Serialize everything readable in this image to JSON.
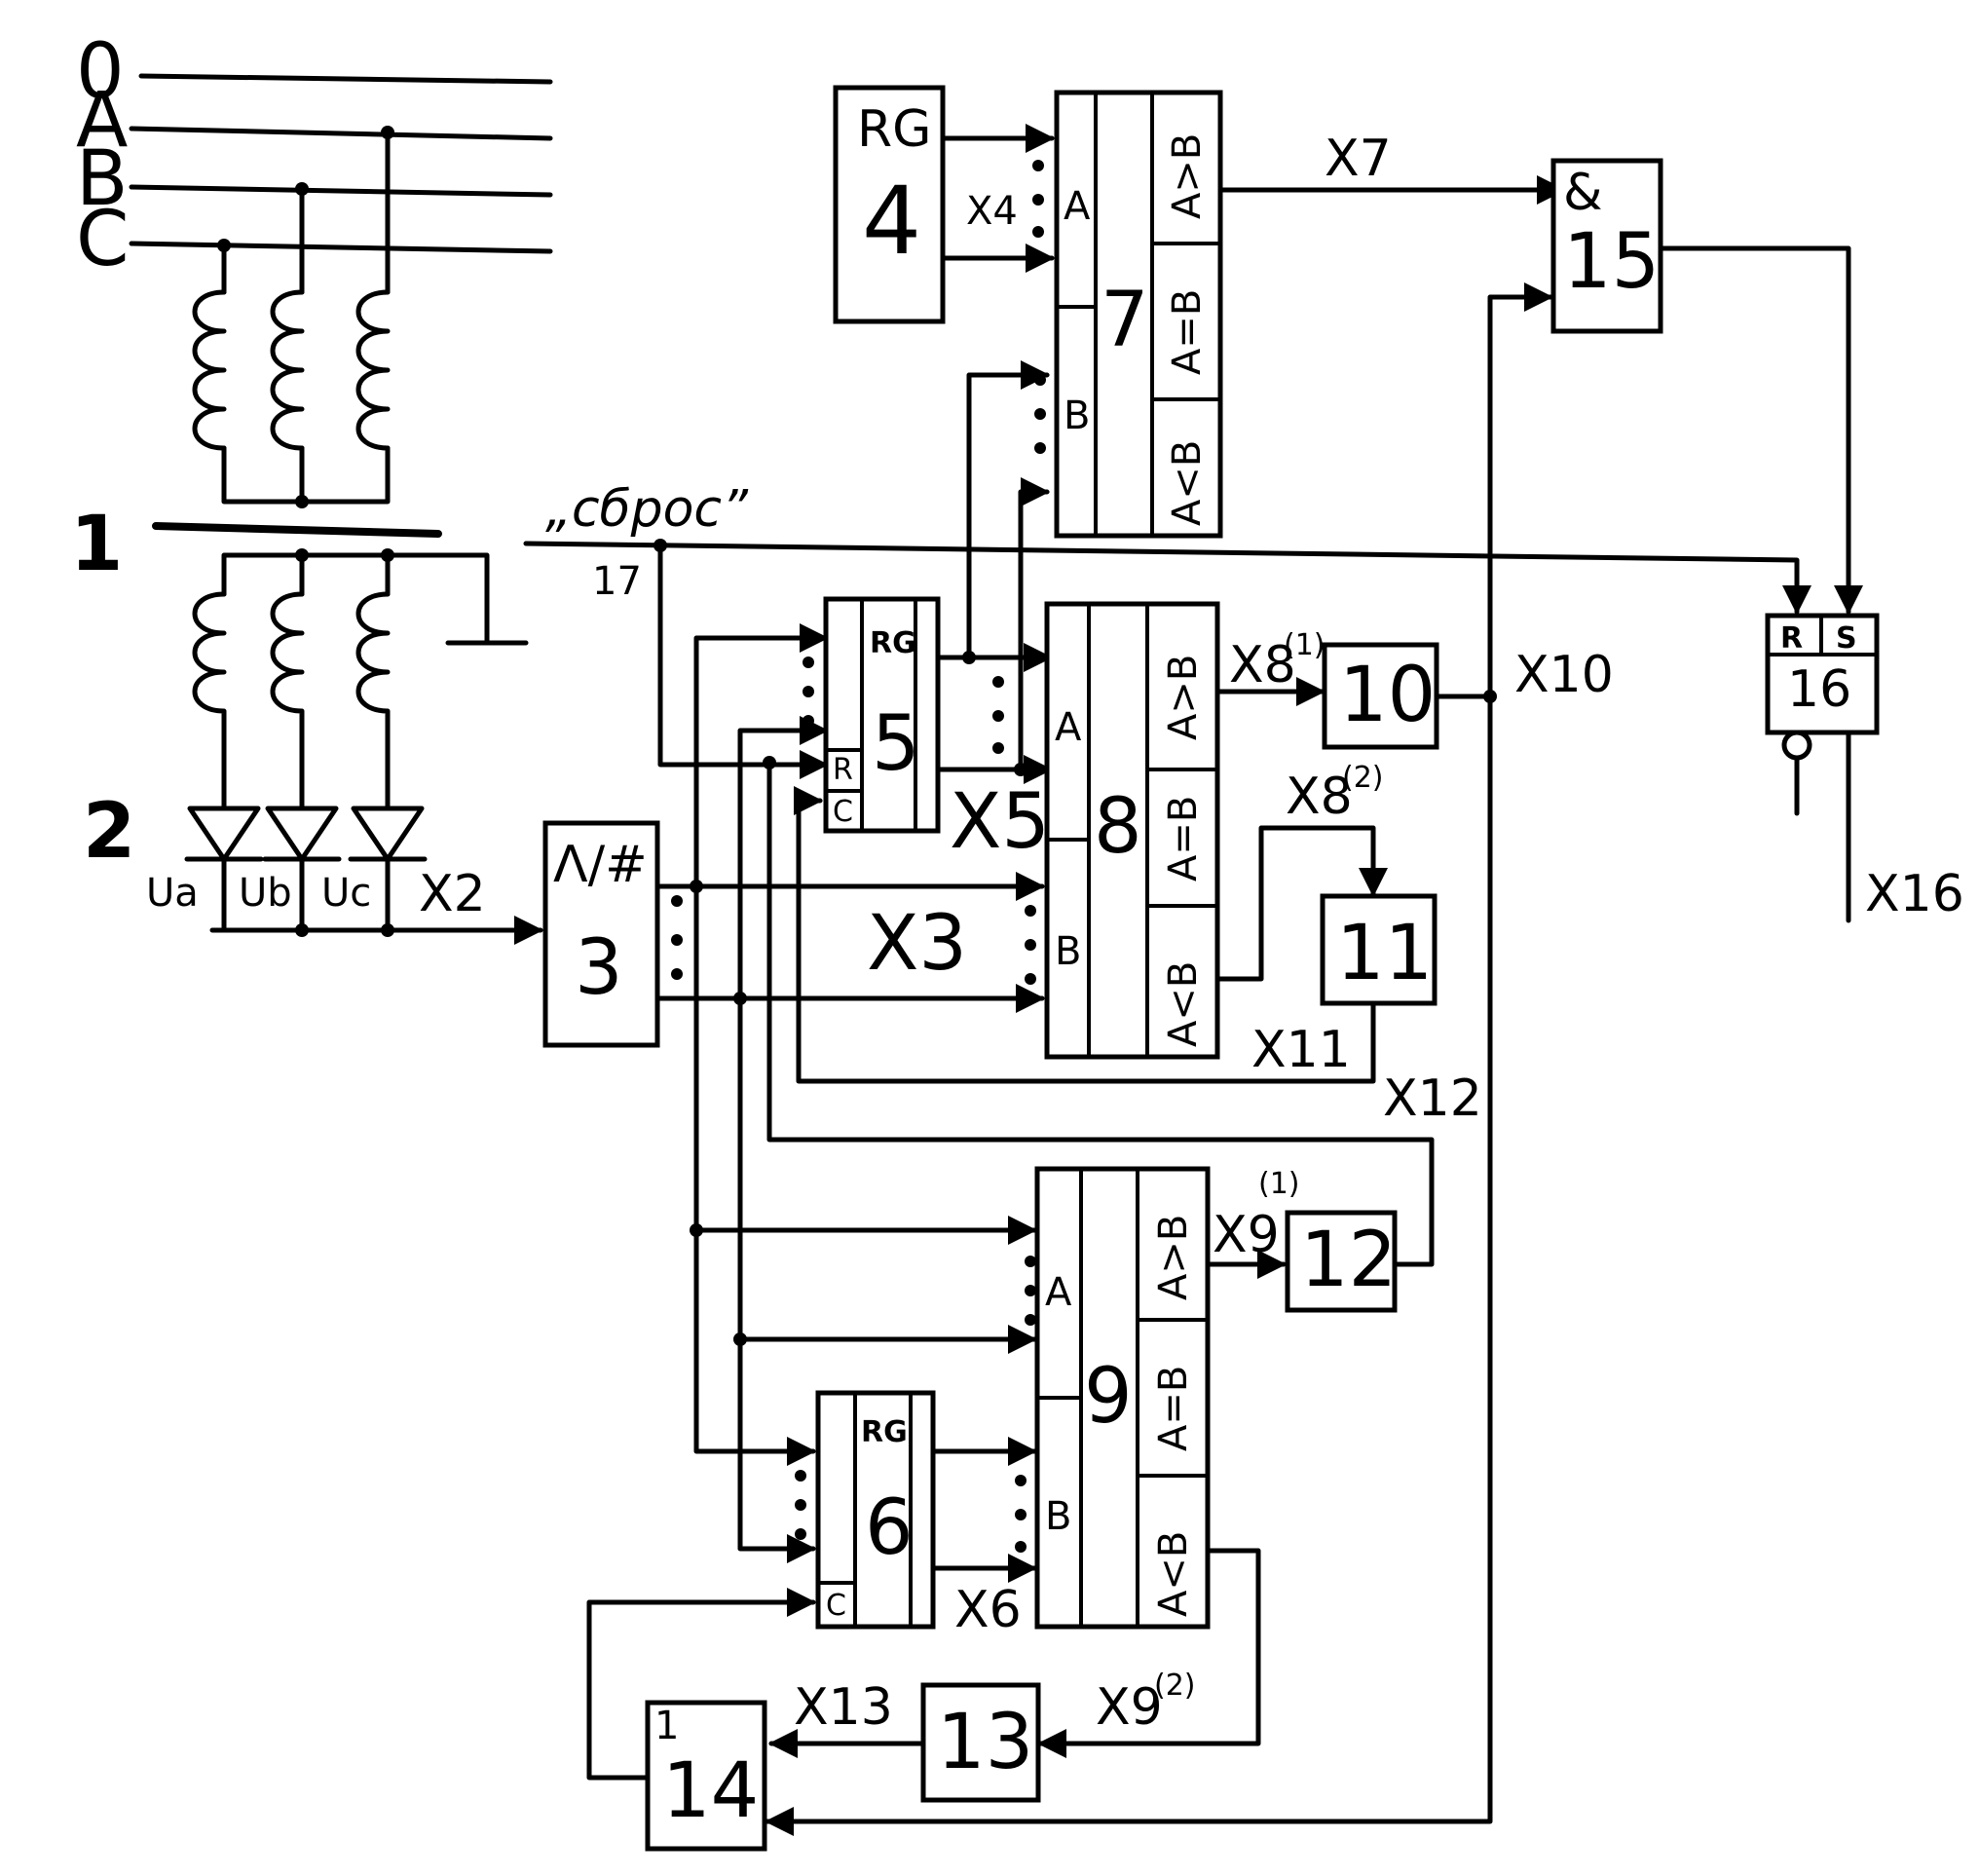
{
  "phases": {
    "zero": "0",
    "a": "A",
    "b": "B",
    "c": "C"
  },
  "transformer_label": "1",
  "rectifier_label": "2",
  "diode_labels": [
    "Ua",
    "Ub",
    "Uc"
  ],
  "signals": {
    "x2": "X2",
    "x3": "X3",
    "x4": "X4",
    "x5": "X5",
    "x6": "X6",
    "x7": "X7",
    "x8": "X8",
    "x8_sup": "(1)",
    "x8b": "X8",
    "x8b_sup": "(2)",
    "x9a": "X9",
    "x9a_sup": "(1)",
    "x9b": "X9",
    "x9b_sup": "(2)",
    "x10": "X10",
    "x11": "X11",
    "x12": "X12",
    "x13": "X13",
    "x16": "X16"
  },
  "reset": {
    "label": "„сброс”",
    "number": "17"
  },
  "blocks": {
    "adc": {
      "top": "Λ/#",
      "number": "3"
    },
    "reg4": {
      "title": "RG",
      "number": "4"
    },
    "reg5": {
      "title": "RG",
      "number": "5",
      "r": "R",
      "c": "C"
    },
    "reg6": {
      "title": "RG",
      "number": "6",
      "c": "C"
    },
    "cmp7": {
      "number": "7"
    },
    "cmp8": {
      "number": "8"
    },
    "cmp9": {
      "number": "9"
    },
    "b10": "10",
    "b11": "11",
    "b12": "12",
    "b13": "13",
    "b14": {
      "number": "14",
      "mark": "1"
    },
    "and15": {
      "sym": "&",
      "number": "15"
    },
    "trig16": {
      "r": "R",
      "s": "S",
      "number": "16"
    }
  },
  "comparator_io": {
    "a": "A",
    "b": "B",
    "gt": "A>B",
    "eq": "A=B",
    "lt": "A<B"
  }
}
